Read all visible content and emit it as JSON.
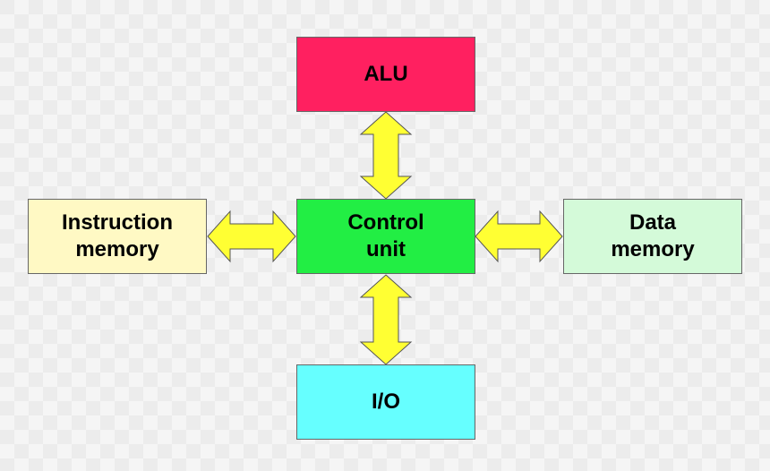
{
  "nodes": {
    "alu": {
      "lines": [
        "ALU"
      ],
      "color": "#ff2060"
    },
    "control": {
      "lines": [
        "Control",
        "unit"
      ],
      "color": "#22ee44"
    },
    "io": {
      "lines": [
        "I/O"
      ],
      "color": "#66ffff"
    },
    "instruction_memory": {
      "lines": [
        "Instruction",
        "memory"
      ],
      "color": "#fff9c4"
    },
    "data_memory": {
      "lines": [
        "Data",
        "memory"
      ],
      "color": "#d4fad9"
    }
  },
  "edges": [
    {
      "from": "control",
      "to": "alu",
      "direction": "bidirectional"
    },
    {
      "from": "control",
      "to": "io",
      "direction": "bidirectional"
    },
    {
      "from": "control",
      "to": "instruction_memory",
      "direction": "bidirectional"
    },
    {
      "from": "control",
      "to": "data_memory",
      "direction": "bidirectional"
    }
  ],
  "colors": {
    "arrow_fill": "#ffff33",
    "background_light": "#f5f5f5",
    "background_dark": "#ececec"
  }
}
